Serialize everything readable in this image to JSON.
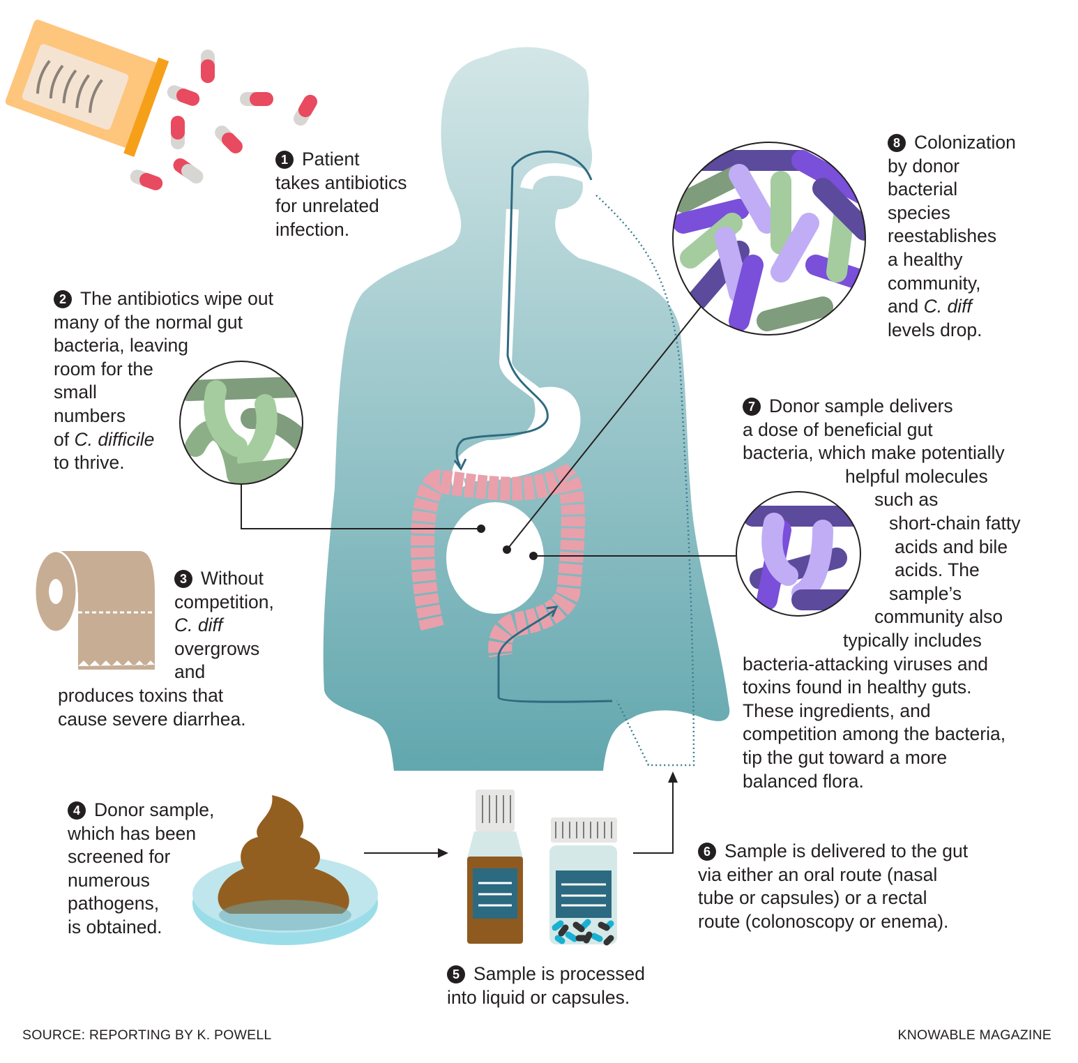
{
  "step1": {
    "num": "1",
    "lines": [
      "Patient",
      "takes antibiotics",
      "for unrelated",
      "infection."
    ]
  },
  "step2": {
    "num": "2",
    "lines": [
      "The antibiotics wipe out",
      "many of the normal gut",
      "bacteria, leaving",
      "room for the",
      "small",
      "numbers",
      "of ",
      "C. difficile",
      "to thrive."
    ]
  },
  "step3": {
    "num": "3",
    "lines": [
      "Without",
      "competition,",
      "C. diff",
      "overgrows",
      "and",
      "produces toxins that",
      "cause severe diarrhea."
    ]
  },
  "step4": {
    "num": "4",
    "lines": [
      "Donor sample,",
      "which has been",
      "screened for",
      "numerous",
      "pathogens,",
      "is obtained."
    ]
  },
  "step5": {
    "num": "5",
    "lines": [
      "Sample is processed",
      "into liquid or capsules."
    ]
  },
  "step6": {
    "num": "6",
    "lines": [
      "Sample is delivered to the gut",
      "via either an oral route (nasal",
      "tube or capsules) or a rectal",
      "route (colonoscopy or enema)."
    ]
  },
  "step7": {
    "num": "7",
    "lines": [
      "Donor sample delivers",
      "a dose of beneficial gut",
      "bacteria, which make potentially",
      "helpful molecules",
      "such as",
      "short-chain fatty",
      "acids and bile",
      "acids. The",
      "sample’s",
      "community also",
      "typically includes",
      "bacteria-attacking viruses and",
      "toxins found in healthy guts.",
      "These ingredients, and",
      "competition among the bacteria,",
      "tip the gut toward a more",
      "balanced flora."
    ]
  },
  "step8": {
    "num": "8",
    "lines": [
      "Colonization",
      "by donor",
      "bacterial",
      "species",
      "reestablishes",
      "a healthy",
      "community,",
      "and ",
      "C. diff",
      "levels drop."
    ]
  },
  "footer": {
    "source": "SOURCE: REPORTING BY K. POWELL",
    "brand": "KNOWABLE MAGAZINE"
  },
  "colors": {
    "body_top": "#d3e6e7",
    "body_bottom": "#62a7ae",
    "colon": "#e9a0ab",
    "bacteria_green": "#a5cc9f",
    "bacteria_purple": "#7a4fd9",
    "poop": "#935f20",
    "pill_red": "#e84a5f"
  }
}
